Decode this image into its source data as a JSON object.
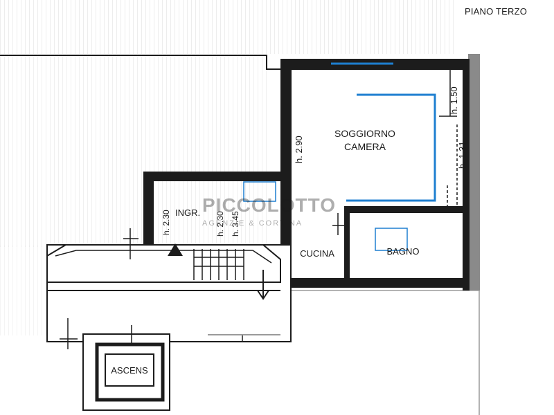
{
  "floor_label": "PIANO TERZO",
  "rooms": {
    "soggiorno_line1": "SOGGIORNO",
    "soggiorno_line2": "CAMERA",
    "ingresso": "INGR.",
    "cucina": "CUCINA",
    "bagno": "BAGNO",
    "ascensore": "ASCENS"
  },
  "heights": {
    "soggiorno": "h. 2.90",
    "mansarda_alta": "h. 1.50",
    "mansarda_bassa": "h. 1.31",
    "ingresso_left": "h. 2.30",
    "ingresso_mid": "h. 2.30",
    "ingresso_right": "h. 3.45"
  },
  "watermark": {
    "brand": "PICCOLOTTO",
    "tagline": "AGENZIE & CORTINA"
  },
  "colors": {
    "wall": "#1c1c1c",
    "wall_grey": "#8a8a8a",
    "hatch": "#bfbfbf",
    "accent_blue": "#1e7fd0"
  }
}
